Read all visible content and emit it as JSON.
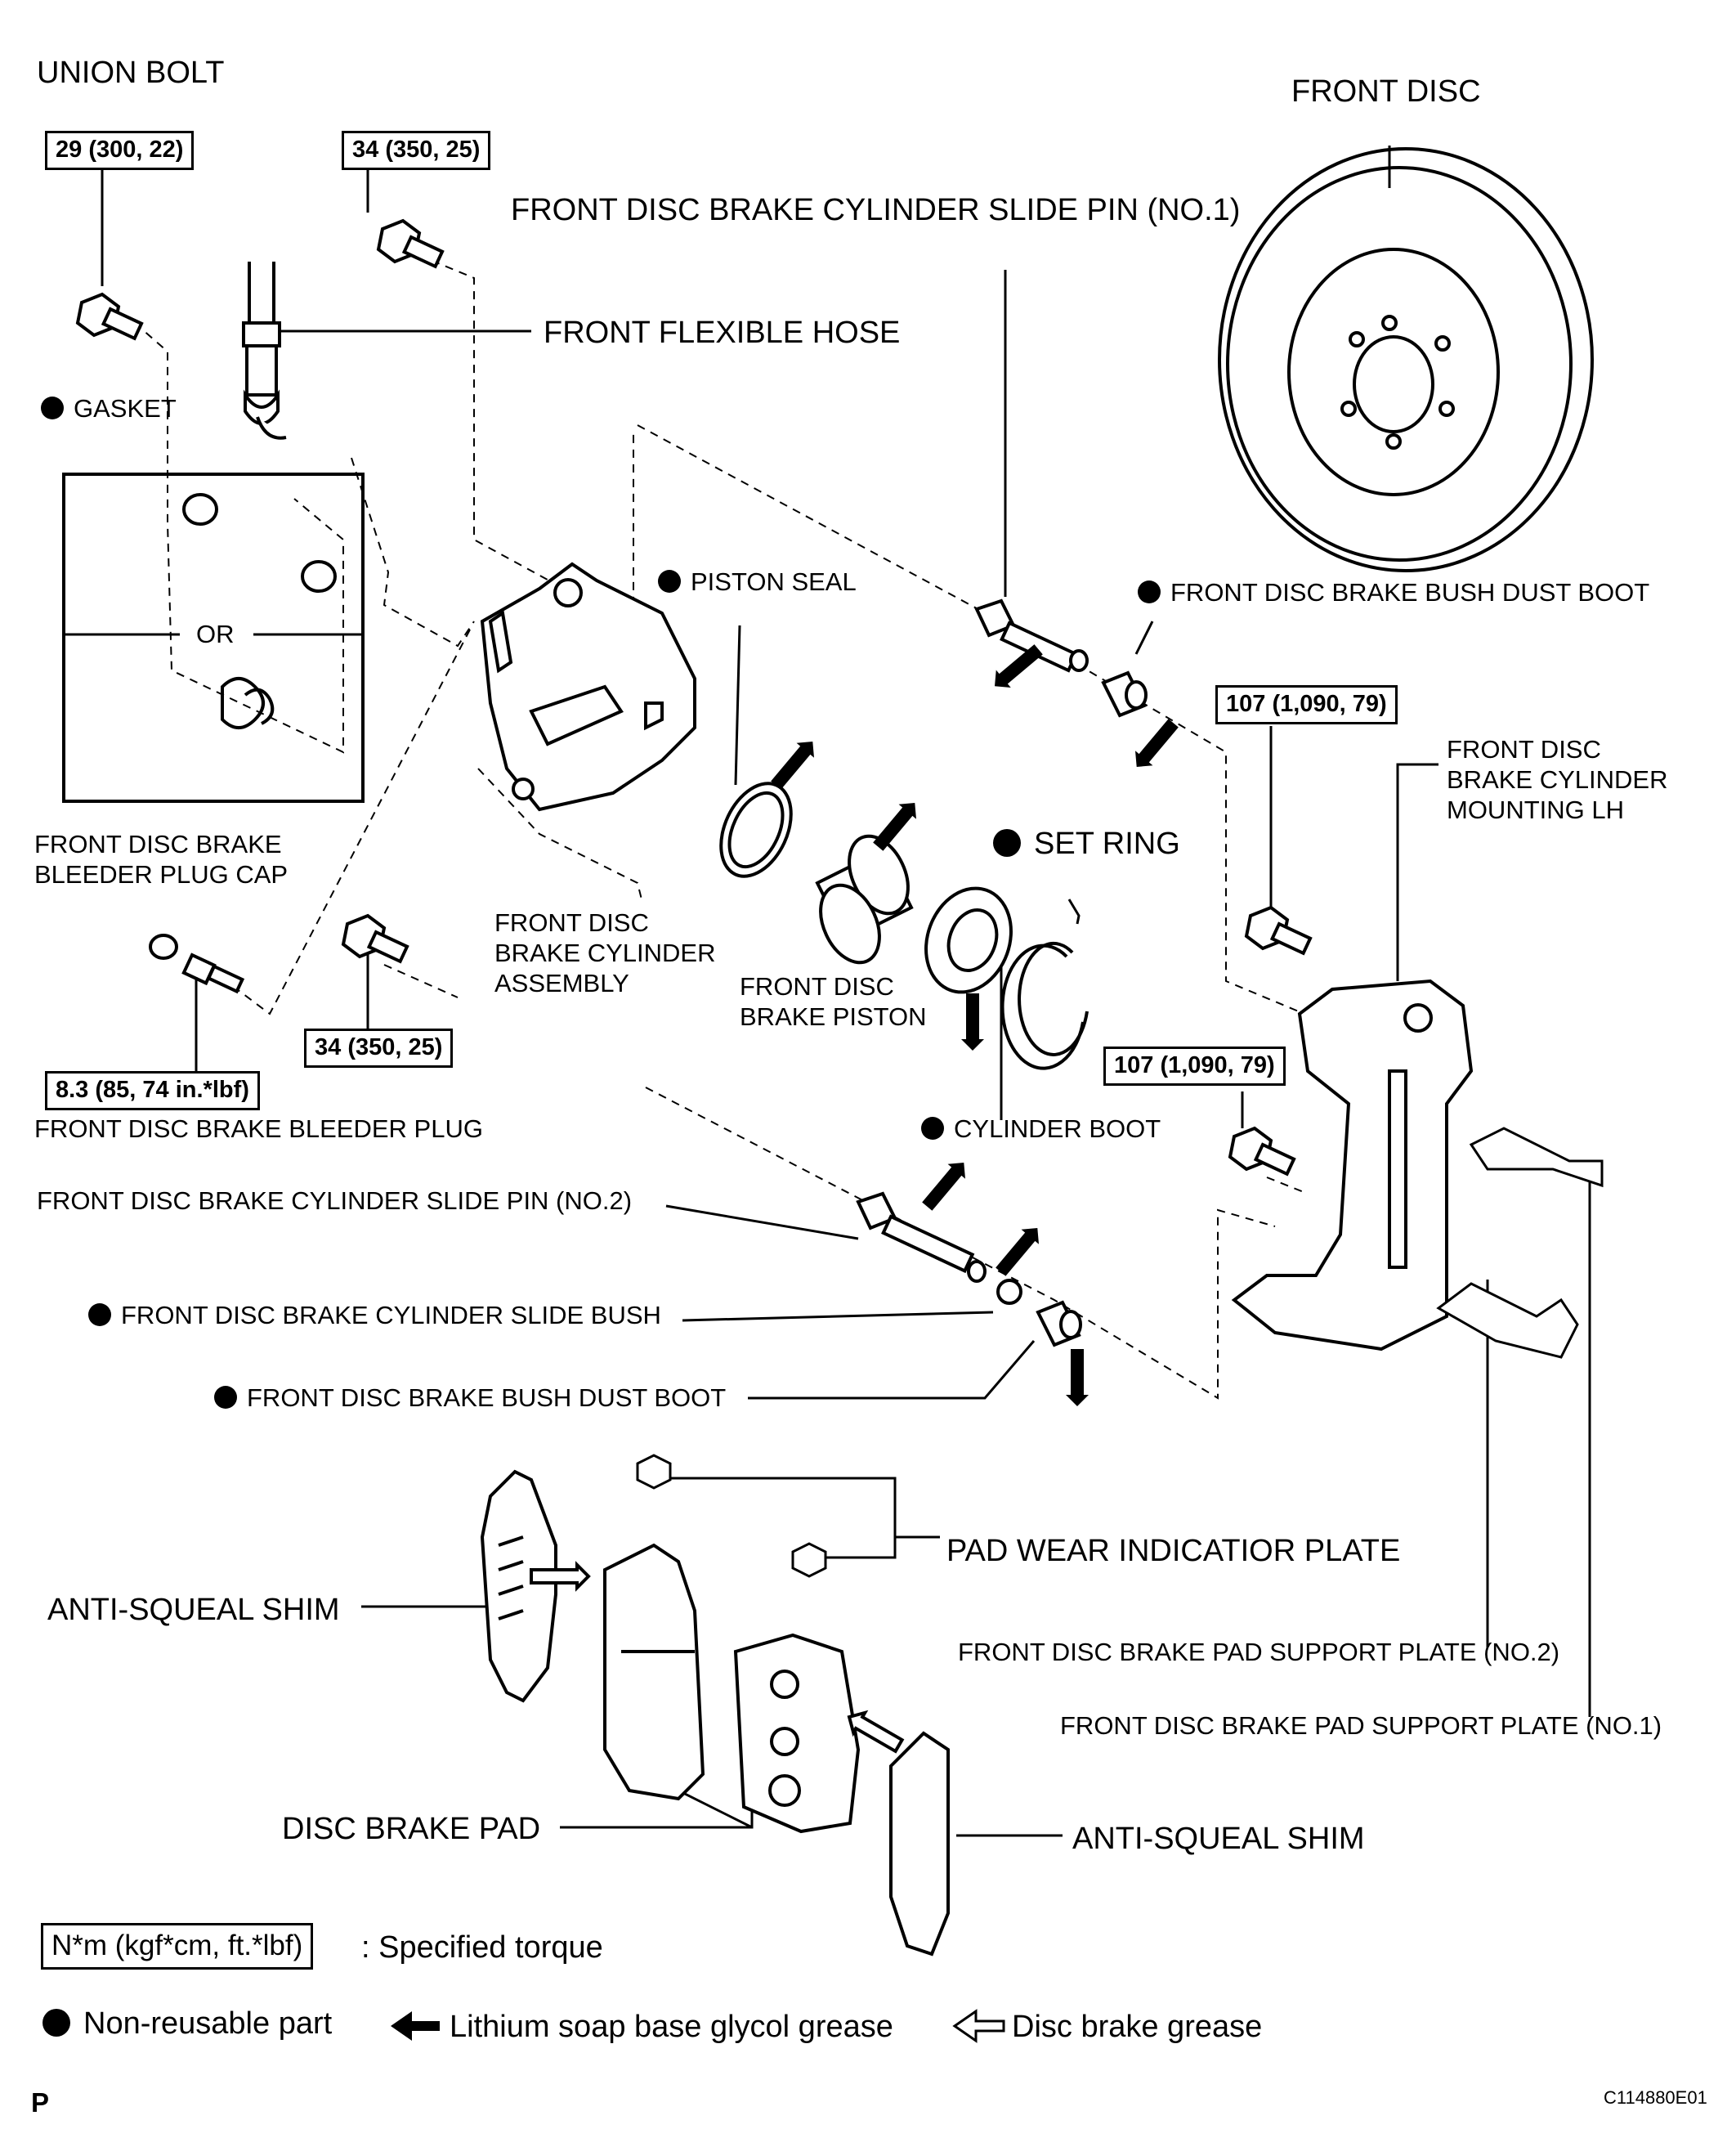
{
  "labels": {
    "union_bolt": "UNION BOLT",
    "front_disc": "FRONT DISC",
    "slide_pin_no1": "FRONT DISC BRAKE CYLINDER SLIDE PIN (NO.1)",
    "flexible_hose": "FRONT FLEXIBLE HOSE",
    "gasket": "GASKET",
    "or": "OR",
    "piston_seal": "PISTON SEAL",
    "bush_dust_boot_top": "FRONT DISC BRAKE BUSH DUST BOOT",
    "mounting_lh": [
      "FRONT DISC",
      "BRAKE CYLINDER",
      "MOUNTING LH"
    ],
    "bleeder_plug_cap": [
      "FRONT DISC BRAKE",
      "BLEEDER PLUG CAP"
    ],
    "set_ring": "SET RING",
    "cylinder_assembly": [
      "FRONT DISC",
      "BRAKE CYLINDER",
      "ASSEMBLY"
    ],
    "brake_piston": [
      "FRONT DISC",
      "BRAKE PISTON"
    ],
    "bleeder_plug": "FRONT DISC BRAKE BLEEDER PLUG",
    "cylinder_boot": "CYLINDER BOOT",
    "slide_pin_no2": "FRONT DISC BRAKE CYLINDER SLIDE PIN  (NO.2)",
    "slide_bush": "FRONT DISC BRAKE CYLINDER SLIDE BUSH",
    "bush_dust_boot_bottom": "FRONT DISC BRAKE BUSH DUST BOOT",
    "pad_wear_plate": "PAD WEAR INDICATIOR PLATE",
    "anti_squeal_left": "ANTI-SQUEAL SHIM",
    "pad_support_no2": "FRONT DISC BRAKE PAD SUPPORT PLATE (NO.2)",
    "pad_support_no1": "FRONT DISC BRAKE PAD SUPPORT PLATE  (NO.1)",
    "disc_brake_pad": "DISC BRAKE PAD",
    "anti_squeal_right": "ANTI-SQUEAL SHIM"
  },
  "torques": {
    "t1": "29 (300, 22)",
    "t2": "34 (350, 25)",
    "t3": "107 (1,090, 79)",
    "t4": "34 (350, 25)",
    "t5": "107 (1,090, 79)",
    "t6": "8.3 (85, 74 in.*lbf)"
  },
  "legend": {
    "unit_box": "N*m (kgf*cm, ft.*lbf)",
    "unit_desc": ": Specified torque",
    "non_reusable": "Non-reusable part",
    "lithium": "Lithium soap base glycol grease",
    "disc_grease": "Disc brake grease"
  },
  "corner": {
    "p": "P",
    "code": "C114880E01"
  }
}
